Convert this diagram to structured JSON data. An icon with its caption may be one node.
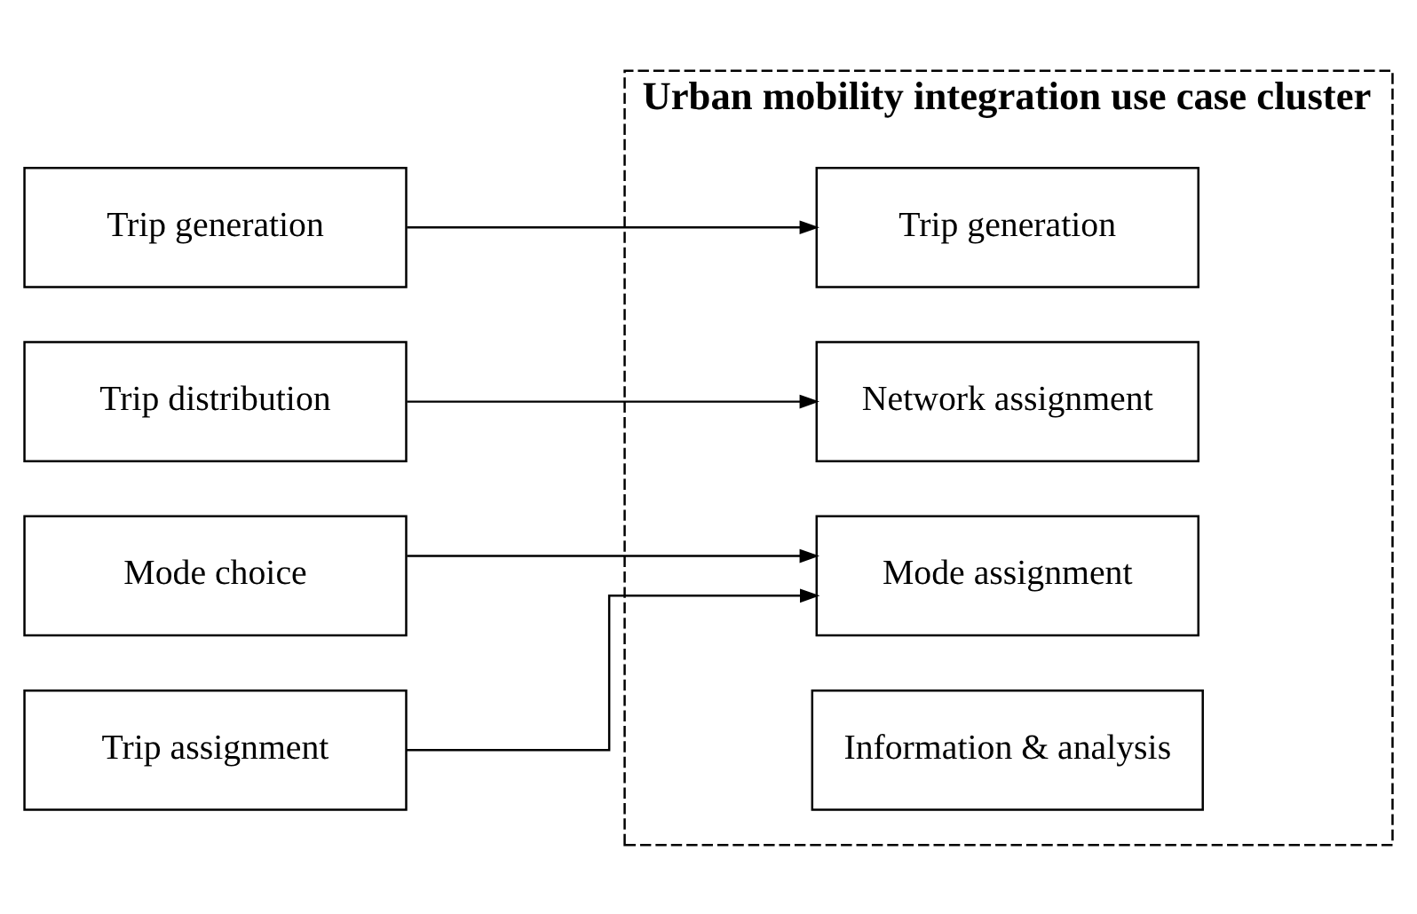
{
  "diagram": {
    "nodes": [
      {
        "text": [
          "Trip generation"
        ]
      },
      {
        "text": [
          "Trip distribution"
        ]
      },
      {
        "text": [
          "Mode choice"
        ]
      },
      {
        "text": [
          "Trip assignment"
        ]
      },
      {
        "text": [
          "Urban mobility integration use case cluster"
        ]
      },
      {
        "text": [
          "Trip generation"
        ],
        "in": 4
      },
      {
        "text": [
          "Network assignment"
        ],
        "in": 4
      },
      {
        "text": [
          "Mode assignment"
        ],
        "in": 4
      },
      {
        "text": [
          "Information & analysis"
        ],
        "in": 4
      }
    ],
    "edges": [
      {
        "from": 0,
        "to": 5,
        "arrow": "to"
      },
      {
        "from": 1,
        "to": 6,
        "arrow": "to"
      },
      {
        "from": 2,
        "to": 7,
        "arrow": "to"
      },
      {
        "from": 3,
        "to": 7,
        "arrow": "to"
      }
    ]
  }
}
